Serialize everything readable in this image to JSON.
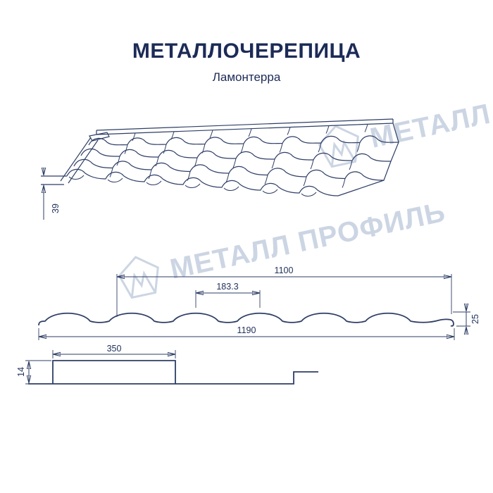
{
  "header": {
    "title": "МЕТАЛЛОЧЕРЕПИЦА",
    "subtitle": "Ламонтерра"
  },
  "watermark": {
    "text": "МЕТАЛЛ ПРОФИЛЬ"
  },
  "colors": {
    "line": "#2e3e66",
    "text": "#1c2b57",
    "watermark": "#aebcd2"
  },
  "dimensions": {
    "roof_edge_height": "39",
    "cover_width": "1100",
    "wave_pitch": "183.3",
    "profile_height": "25",
    "overall_width": "1190",
    "step_length": "350",
    "step_height": "14"
  }
}
